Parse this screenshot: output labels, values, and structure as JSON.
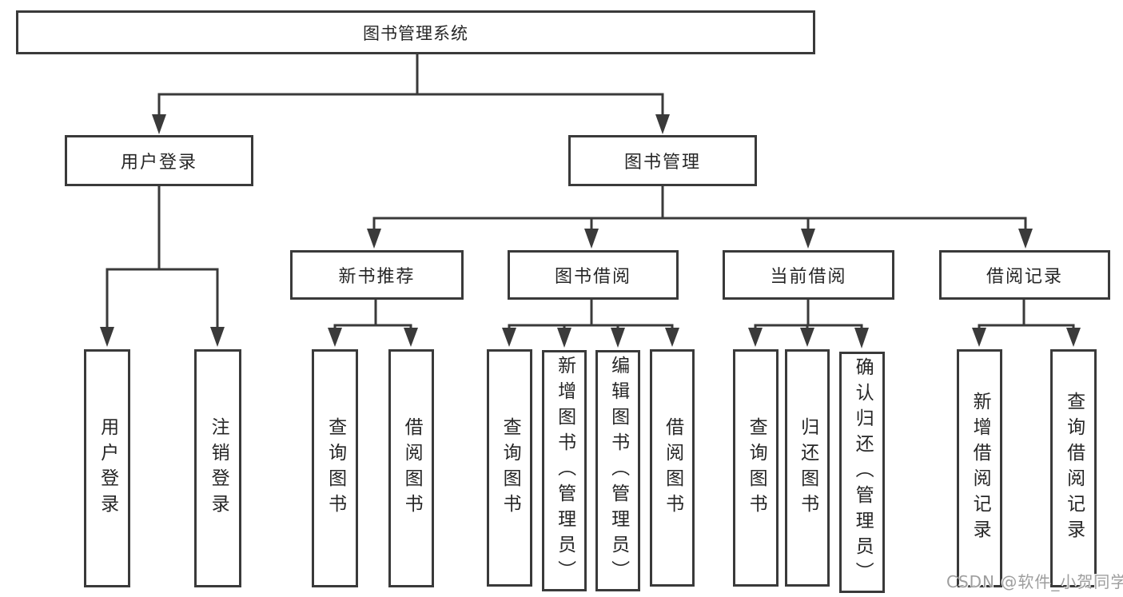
{
  "diagram": {
    "root": {
      "label": "图书管理系统"
    },
    "branches": [
      {
        "label": "用户登录",
        "children": [
          {
            "label": "用户登录"
          },
          {
            "label": "注销登录"
          }
        ]
      },
      {
        "label": "图书管理",
        "children": [
          {
            "label": "新书推荐",
            "children": [
              {
                "label": "查询图书"
              },
              {
                "label": "借阅图书"
              }
            ]
          },
          {
            "label": "图书借阅",
            "children": [
              {
                "label": "查询图书"
              },
              {
                "label": "新增图书（管理员）"
              },
              {
                "label": "编辑图书（管理员）"
              },
              {
                "label": "借阅图书"
              }
            ]
          },
          {
            "label": "当前借阅",
            "children": [
              {
                "label": "查询图书"
              },
              {
                "label": "归还图书"
              },
              {
                "label": "确认归还（管理员）"
              }
            ]
          },
          {
            "label": "借阅记录",
            "children": [
              {
                "label": "新增借阅记录"
              },
              {
                "label": "查询借阅记录"
              }
            ]
          }
        ]
      }
    ],
    "watermark": "CSDN @软件_小贺同学",
    "colors": {
      "line": "#3a3a3a",
      "text": "#262626",
      "background": "#ffffff",
      "watermark": "#9e9e9e"
    }
  }
}
